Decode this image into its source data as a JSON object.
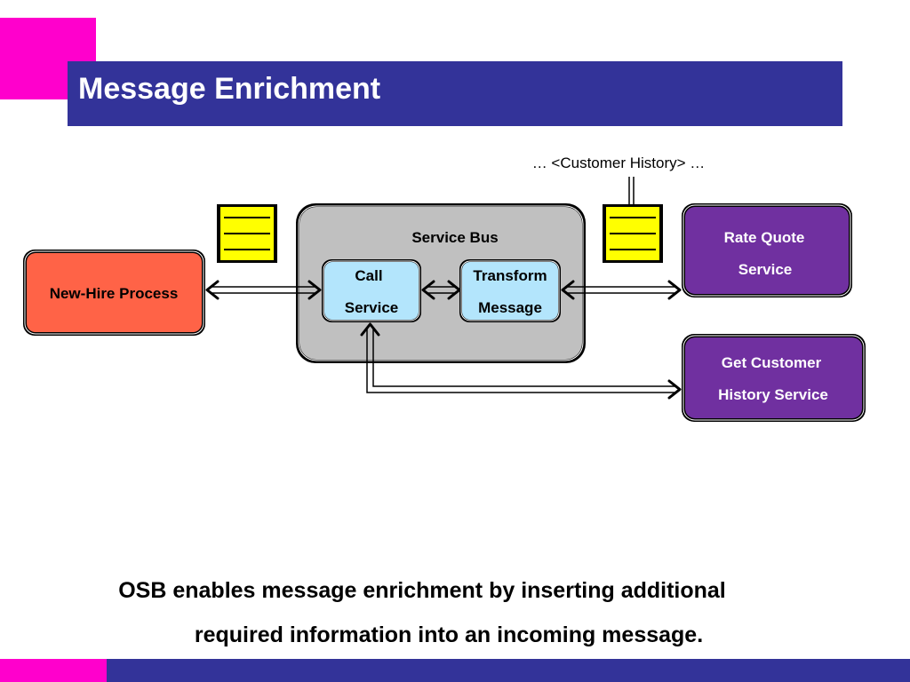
{
  "slide": {
    "title": "Message Enrichment",
    "caption_line1": "OSB enables message enrichment by inserting additional",
    "caption_line2": "required information into an incoming message."
  },
  "diagram": {
    "annotation": "… <Customer History> …",
    "service_bus_label": "Service Bus",
    "new_hire": "New-Hire Process",
    "call_service_line1": "Call",
    "call_service_line2": "Service",
    "transform_line1": "Transform",
    "transform_line2": "Message",
    "rate_quote_line1": "Rate Quote",
    "rate_quote_line2": "Service",
    "customer_history_line1": "Get Customer",
    "customer_history_line2": "History Service"
  },
  "colors": {
    "title_bar": "#333399",
    "accent_magenta": "#ff00cc",
    "new_hire_fill": "#ff6347",
    "service_bus_fill": "#c0c0c0",
    "inner_box_fill": "#b3e5fc",
    "external_service_fill": "#7030a0",
    "message_doc_fill": "#ffff00"
  }
}
